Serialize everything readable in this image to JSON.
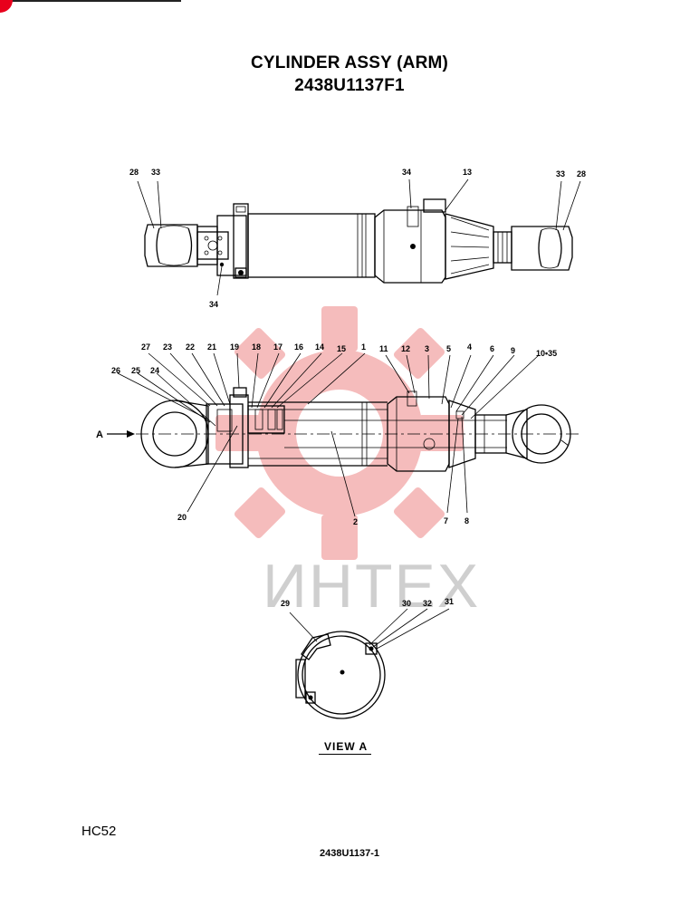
{
  "title": {
    "line1": "CYLINDER ASSY (ARM)",
    "line2": "2438U1137F1"
  },
  "watermark": {
    "text": "ИНТЕХ",
    "gear_color": "#f5b5b5",
    "brand_color": "#e8001c"
  },
  "top_view": {
    "callouts": [
      "28",
      "33",
      "34",
      "13",
      "33",
      "28",
      "34"
    ]
  },
  "section_view": {
    "callouts_top": [
      "27",
      "23",
      "22",
      "21",
      "19",
      "18",
      "17",
      "16",
      "14",
      "15",
      "1",
      "11",
      "12",
      "3",
      "5",
      "4",
      "6",
      "9",
      "10•35"
    ],
    "callouts_left": [
      "26",
      "25",
      "24"
    ],
    "callouts_bottom": [
      "20",
      "2",
      "7",
      "8"
    ],
    "arrow_label": "A"
  },
  "end_view": {
    "callouts": [
      "29",
      "30",
      "32",
      "31"
    ],
    "view_label": "VIEW  A"
  },
  "page_code": "HC52",
  "footer_code": "2438U1137-1"
}
